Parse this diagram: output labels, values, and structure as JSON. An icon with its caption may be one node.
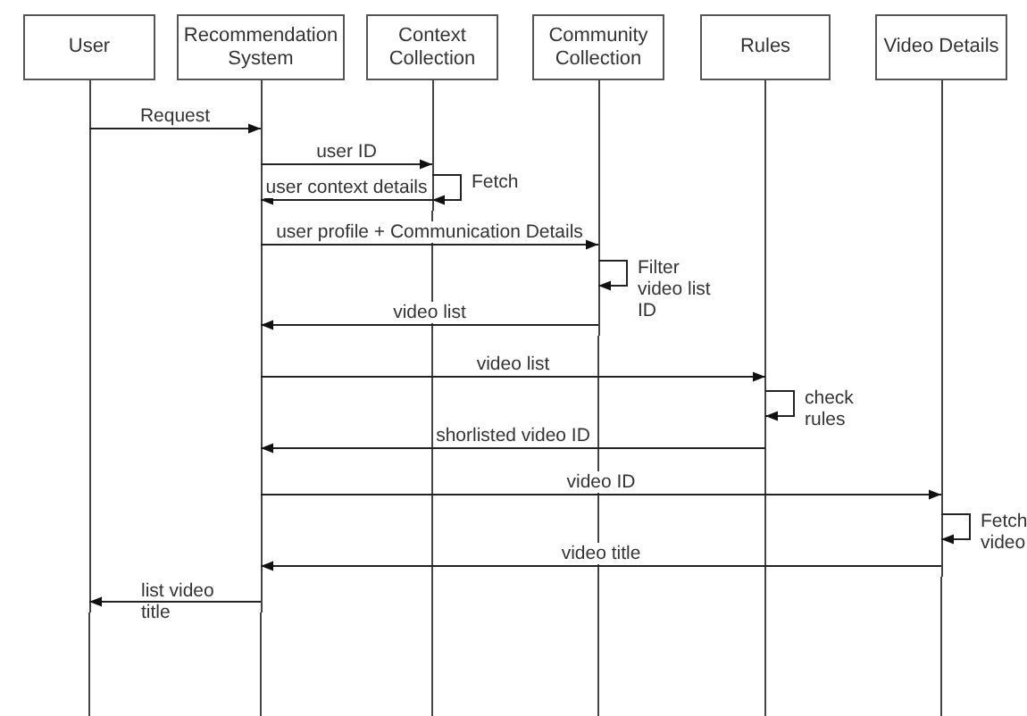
{
  "diagram": {
    "nodes": [
      {
        "text": [
          "User"
        ]
      },
      {
        "text": [
          "Recommendation System"
        ]
      },
      {
        "text": [
          "Context Collection"
        ]
      },
      {
        "text": [
          "Community Collection"
        ]
      },
      {
        "text": [
          "Rules"
        ]
      },
      {
        "text": [
          "Video Details"
        ]
      }
    ],
    "edges": [
      {
        "from": 0,
        "to": 1,
        "arrow": "to",
        "label": "Request"
      },
      {
        "from": 1,
        "to": 2,
        "arrow": "to",
        "label": "user ID"
      },
      {
        "from": 2,
        "to": 2,
        "arrow": "to",
        "label": "Fetch"
      },
      {
        "from": 2,
        "to": 1,
        "arrow": "to",
        "label": "user context details"
      },
      {
        "from": 1,
        "to": 3,
        "arrow": "to",
        "label": "user profile + Communication Details"
      },
      {
        "from": 3,
        "to": 3,
        "arrow": "to",
        "label": "Filter video list ID"
      },
      {
        "from": 3,
        "to": 1,
        "arrow": "to",
        "label": "video list"
      },
      {
        "from": 1,
        "to": 4,
        "arrow": "to",
        "label": "video list"
      },
      {
        "from": 4,
        "to": 4,
        "arrow": "to",
        "label": "check rules"
      },
      {
        "from": 4,
        "to": 1,
        "arrow": "to",
        "label": "shorlisted video ID"
      },
      {
        "from": 1,
        "to": 5,
        "arrow": "to",
        "label": "video ID"
      },
      {
        "from": 5,
        "to": 5,
        "arrow": "to",
        "label": "Fetch video"
      },
      {
        "from": 5,
        "to": 1,
        "arrow": "to",
        "label": "video title"
      },
      {
        "from": 1,
        "to": 0,
        "arrow": "to",
        "label": "list video title"
      }
    ]
  }
}
